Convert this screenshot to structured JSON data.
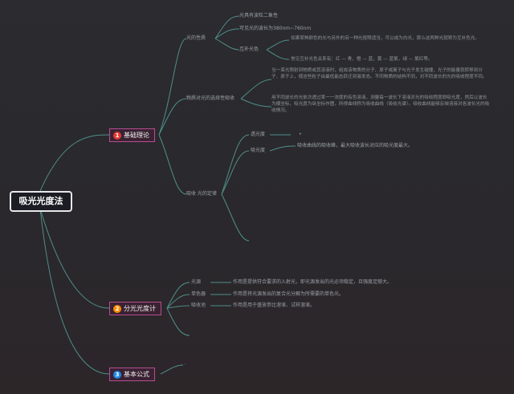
{
  "root": {
    "label": "吸光光度法"
  },
  "branches": {
    "b1": {
      "label": "基础理论",
      "badge": "1",
      "badge_color": "#e53935"
    },
    "b2": {
      "label": "分光光度计",
      "badge": "2",
      "badge_color": "#fb8c00"
    },
    "b3": {
      "label": "基本公式",
      "badge": "3",
      "badge_color": "#1e88e5"
    }
  },
  "colors": {
    "link": "#4e8f8a",
    "branch_border": "#b74d93"
  },
  "b1": {
    "light_char": {
      "label": "光的性质",
      "items": {
        "dual": "光具有波粒二象性",
        "visible": "可见光的波长为380nm~760nm",
        "complementary": {
          "label": "互补光色",
          "desc1": "如果某种颜色的光与另外的另一种光按照适当，可以成为白光，那么这两种光就称为互补色光。",
          "desc2": "常见互补光色关系有：红 — 青，橙 — 蓝，黄 — 蓝紫，绿 — 紫红等。"
        }
      }
    },
    "selective": {
      "label": "物质对光的选择性吸收",
      "para1": "当一束光照射到物质或其溶液时，组成该物质的分子、原子或离子与光子发生碰撞，光子的能量就转移到分子、原子上，使这些粒子由最低能态跃迁到激发态。不同物质的结构不同，对不同波长的光的吸收程度不同。",
      "para2": "用不同波长的光依次透过某一一浓度的有色溶液，测量每一波长下溶液对光的吸收程度即吸光度，然后以波长为横坐标，吸光度为纵坐标作图，所得曲线称为吸收曲线（吸收光谱）。吸收曲线能够反映溶液对各波长光的吸收情况。"
    },
    "law": {
      "label": "吸收 光的定律",
      "trans": "透光度",
      "trans_item": "•",
      "absorb": "吸光度",
      "absorb_item": "吸收曲线的吸收峰，最大吸收波长对应的吸光度最大。"
    }
  },
  "b2": {
    "source": {
      "label": "光源",
      "desc": "作用是提供符合要求的入射光，即光源发出的光必须稳定，且强度足够大。"
    },
    "mono": {
      "label": "单色器",
      "desc": "作用是将光源发出的复合光分解为所需要的单色光。"
    },
    "cell": {
      "label": "吸收池",
      "desc": "作用是用于盛放参比溶液、试样溶液。"
    }
  },
  "b3": {
    "item": "·"
  }
}
